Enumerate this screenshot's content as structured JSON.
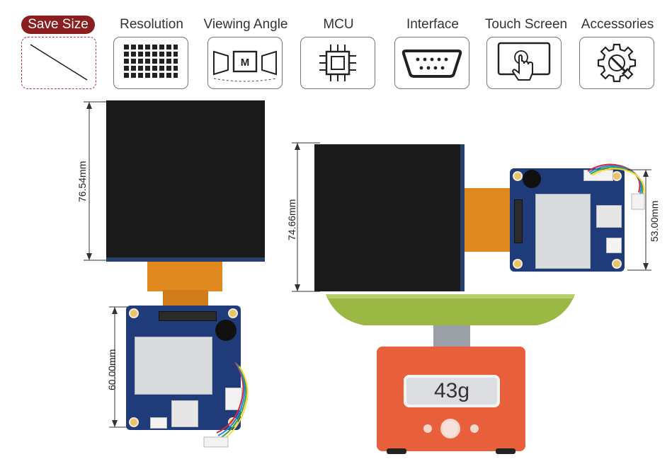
{
  "tabs": [
    {
      "label": "Save Size",
      "active": true,
      "icon": "diagonal-line-icon"
    },
    {
      "label": "Resolution",
      "active": false,
      "icon": "pixel-grid-icon"
    },
    {
      "label": "Viewing Angle",
      "active": false,
      "icon": "viewing-angle-icon"
    },
    {
      "label": "MCU",
      "active": false,
      "icon": "chip-icon"
    },
    {
      "label": "Interface",
      "active": false,
      "icon": "db9-port-icon"
    },
    {
      "label": "Touch Screen",
      "active": false,
      "icon": "touch-hand-icon"
    },
    {
      "label": "Accessories",
      "active": false,
      "icon": "gear-wrench-icon"
    }
  ],
  "viewing_angle_letter": "M",
  "dimensions": {
    "front_height": "76.54mm",
    "pcb_height": "60.00mm",
    "side_lcd_height": "74.66mm",
    "side_pcb_height": "53.00mm"
  },
  "weight": "43g",
  "colors": {
    "active_tab": "#8b1f1f",
    "scale_body": "#e85f3c",
    "scale_plate": "#9bb845",
    "pcb": "#1f3b7a",
    "fpc": "#e0891e"
  }
}
